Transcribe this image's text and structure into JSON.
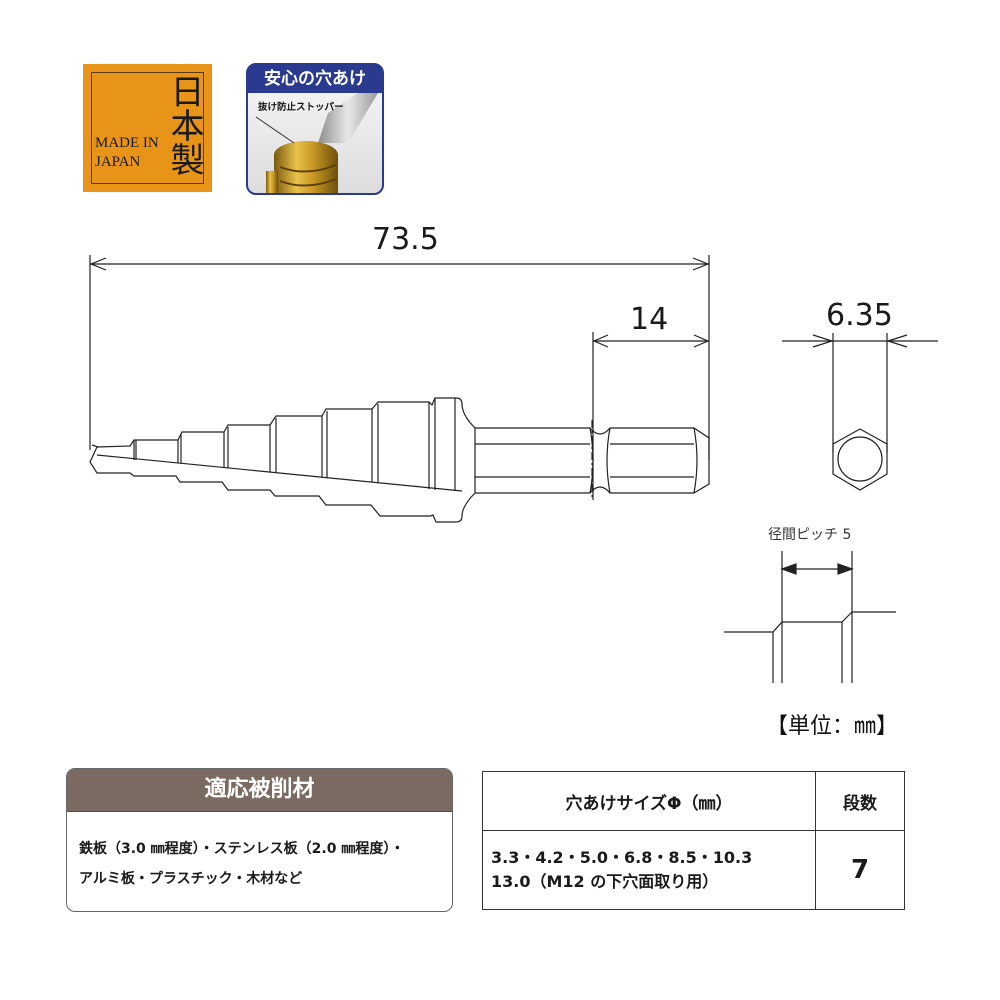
{
  "badges": {
    "made_in_japan": {
      "kanji": "日本製",
      "english_line1": "MADE IN",
      "english_line2": "JAPAN",
      "color": "#e79418"
    },
    "anshin": {
      "title": "安心の穴あけ",
      "callout": "抜け防止ストッパー",
      "color": "#2a3b8f"
    }
  },
  "drawing": {
    "overall_length": "73.5",
    "hex_shank_length": "14",
    "hex_width": "6.35",
    "pitch_label": "径間ピッチ 5",
    "unit_label": "【単位：㎜】"
  },
  "materials": {
    "header": "適応被削材",
    "line1": "鉄板（3.0 ㎜程度）・ステンレス板（2.0 ㎜程度）・",
    "line2": "アルミ板・プラスチック・木材など",
    "header_color": "#7b6a61"
  },
  "spec_table": {
    "col_size": "穴あけサイズΦ（㎜）",
    "col_steps": "段数",
    "sizes_line1": "3.3・4.2・5.0・6.8・8.5・10.3",
    "sizes_line2": "13.0（M12 の下穴面取り用）",
    "steps": "7"
  }
}
